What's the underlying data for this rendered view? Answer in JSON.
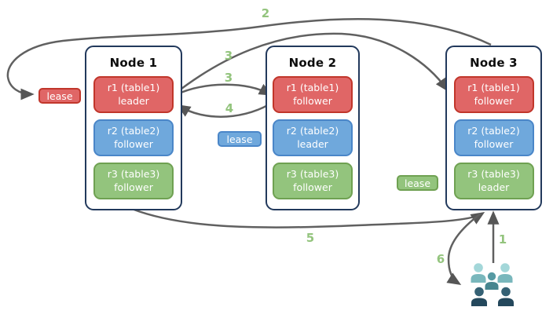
{
  "nodes": [
    {
      "title": "Node 1",
      "replicas": [
        {
          "name": "r1 (table1)",
          "role": "leader",
          "color": "red"
        },
        {
          "name": "r2 (table2)",
          "role": "follower",
          "color": "blue"
        },
        {
          "name": "r3 (table3)",
          "role": "follower",
          "color": "green"
        }
      ]
    },
    {
      "title": "Node 2",
      "replicas": [
        {
          "name": "r1 (table1)",
          "role": "follower",
          "color": "red"
        },
        {
          "name": "r2 (table2)",
          "role": "leader",
          "color": "blue"
        },
        {
          "name": "r3 (table3)",
          "role": "follower",
          "color": "green"
        }
      ]
    },
    {
      "title": "Node 3",
      "replicas": [
        {
          "name": "r1 (table1)",
          "role": "follower",
          "color": "red"
        },
        {
          "name": "r2 (table2)",
          "role": "follower",
          "color": "blue"
        },
        {
          "name": "r3 (table3)",
          "role": "leader",
          "color": "green"
        }
      ]
    }
  ],
  "leases": [
    {
      "label": "lease",
      "color": "red"
    },
    {
      "label": "lease",
      "color": "blue"
    },
    {
      "label": "lease",
      "color": "green"
    }
  ],
  "arrow_labels": [
    {
      "text": "2"
    },
    {
      "text": "3"
    },
    {
      "text": "3"
    },
    {
      "text": "4"
    },
    {
      "text": "5"
    },
    {
      "text": "1"
    },
    {
      "text": "6"
    }
  ],
  "icons": {
    "users": "users-icon"
  },
  "colors": {
    "red_fill": "#e06666",
    "red_border": "#c1362b",
    "blue_fill": "#6fa8dc",
    "blue_border": "#4a86c8",
    "green_fill": "#93c47d",
    "green_border": "#6fa152",
    "node_border": "#22395c",
    "arrow": "#606060",
    "label_green": "#93c47d",
    "user_light": "#a3d7d9",
    "user_mid": "#569aa3",
    "user_dark": "#2b5266"
  }
}
